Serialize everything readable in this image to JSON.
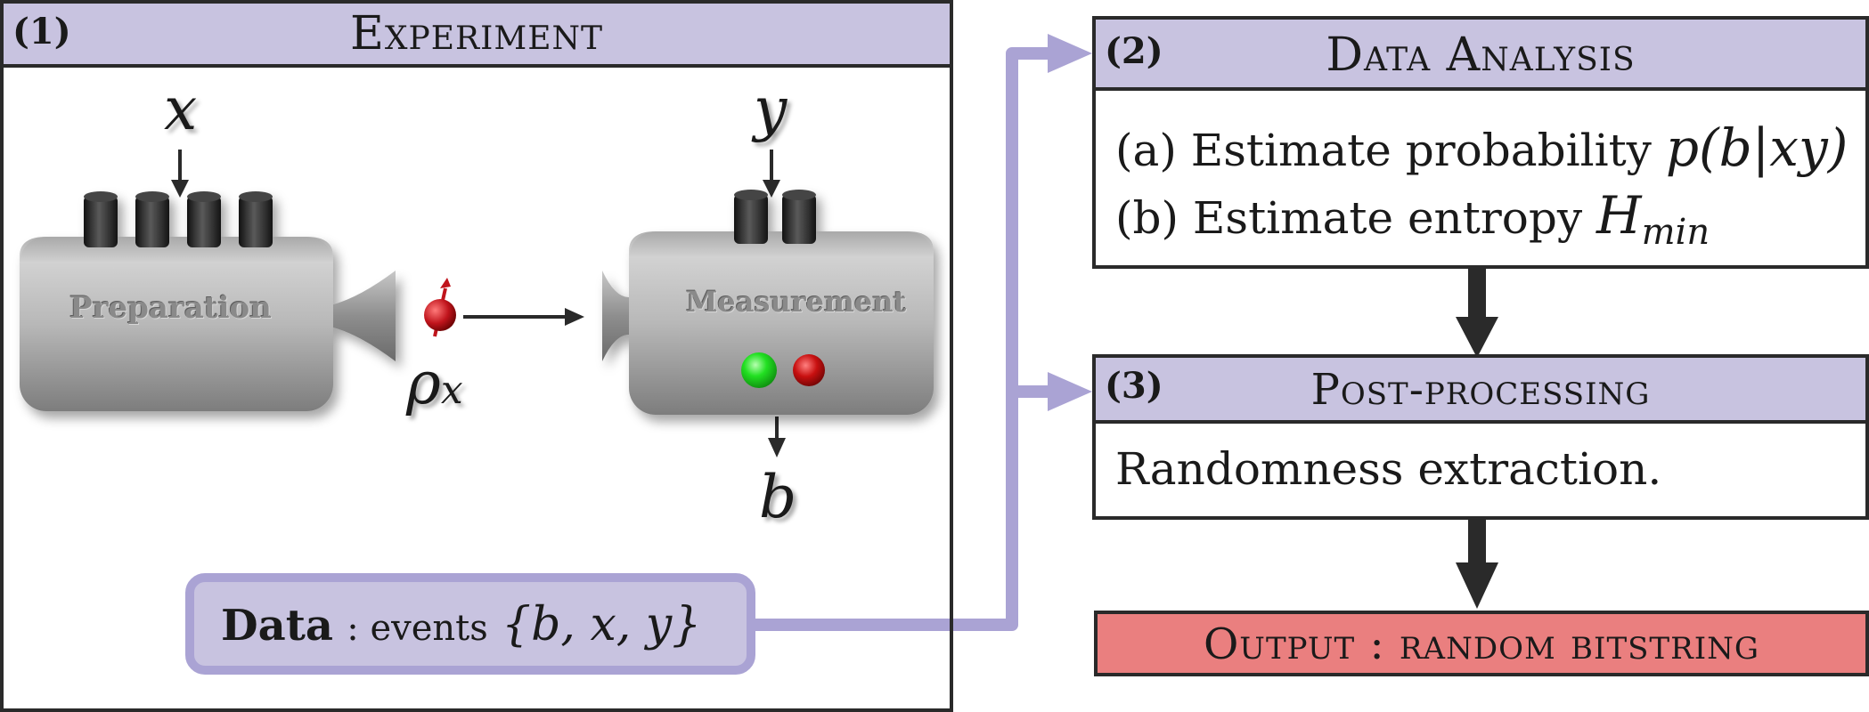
{
  "experiment": {
    "number": "(1)",
    "title": "Experiment",
    "input_x": "x",
    "input_y": "y",
    "output_b": "b",
    "state_label": "ρ",
    "state_subscript": "x",
    "preparation_label": "Preparation",
    "measurement_label": "Measurement",
    "data_bold": "Data",
    "data_text": ": events",
    "data_set": "{b, x, y}"
  },
  "analysis": {
    "number": "(2)",
    "title": "Data Analysis",
    "line_a_text": "(a) Estimate probability",
    "line_a_math": "p(b|xy)",
    "line_b_text": "(b) Estimate entropy",
    "line_b_math": "H",
    "line_b_subscript": "min"
  },
  "postprocessing": {
    "number": "(3)",
    "title": "Post-processing",
    "body": "Randomness extraction."
  },
  "output": {
    "label": "Output : random bitstring"
  },
  "colors": {
    "header_fill": "#c8c3e0",
    "flow_line": "#aaa3d4",
    "output_fill": "#ea7f7f",
    "indicator_green": "#22e022",
    "indicator_red": "#c81010",
    "qubit_red": "#c0141c"
  }
}
